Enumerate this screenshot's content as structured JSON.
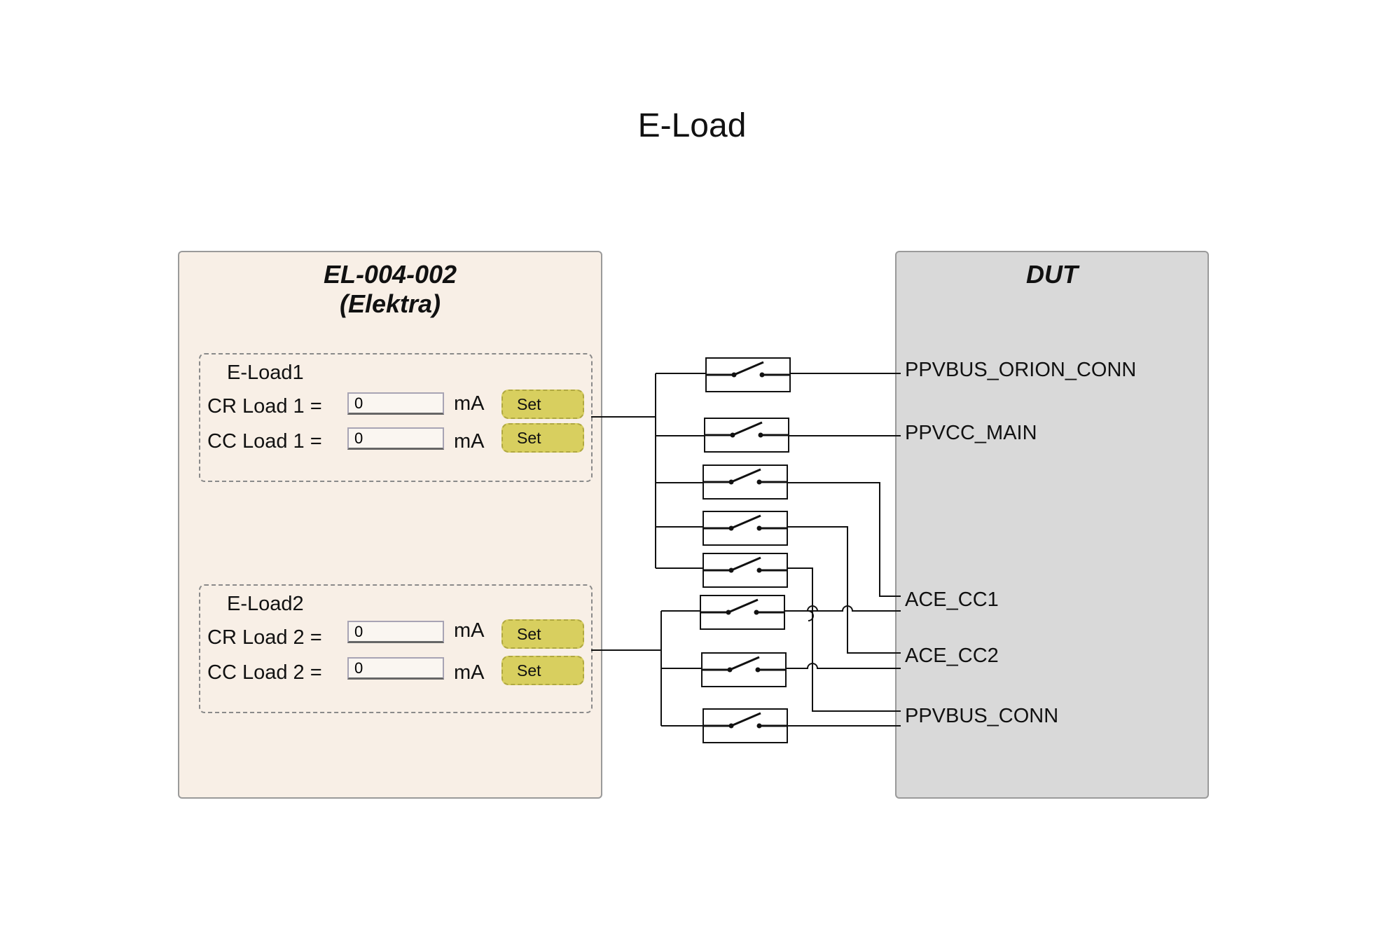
{
  "title": "E-Load",
  "instrument": {
    "name_line1": "EL-004-002",
    "name_line2": "(Elektra)",
    "groups": [
      {
        "label": "E-Load1",
        "rows": [
          {
            "label": "CR Load 1 =",
            "value": "0",
            "unit": "mA",
            "button": "Set"
          },
          {
            "label": "CC Load 1 =",
            "value": "0",
            "unit": "mA",
            "button": "Set"
          }
        ]
      },
      {
        "label": "E-Load2",
        "rows": [
          {
            "label": "CR Load 2 =",
            "value": "0",
            "unit": "mA",
            "button": "Set"
          },
          {
            "label": "CC Load 2 =",
            "value": "0",
            "unit": "mA",
            "button": "Set"
          }
        ]
      }
    ]
  },
  "dut": {
    "title": "DUT",
    "nets": [
      "PPVBUS_ORION_CONN",
      "PPVCC_MAIN",
      "ACE_CC1",
      "ACE_CC2",
      "PPVBUS_CONN"
    ]
  },
  "colors": {
    "instrument_bg": "#f8efe6",
    "dut_bg": "#d9d9d9",
    "set_button": "#d8cf5f"
  },
  "icons": [
    "relay-switch-icon"
  ]
}
